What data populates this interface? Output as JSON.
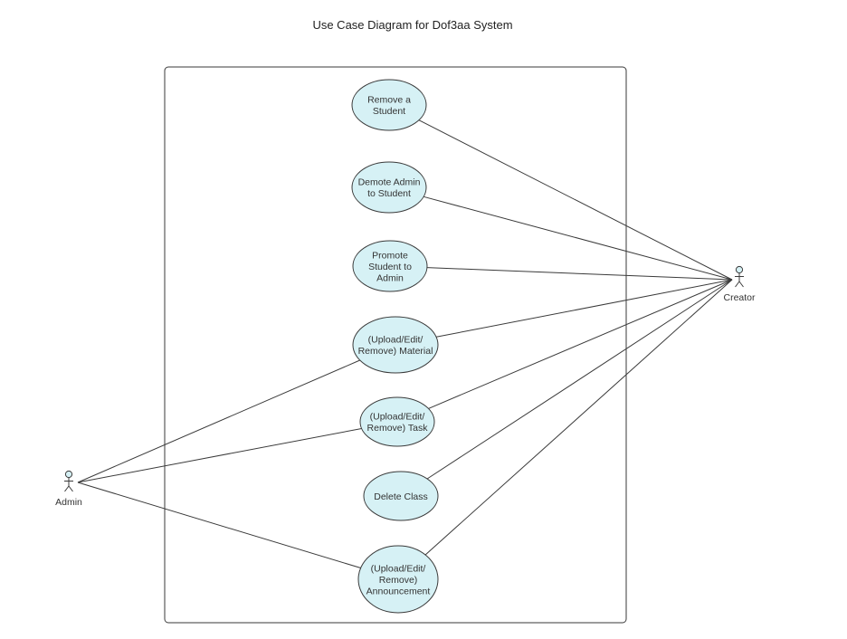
{
  "title": "Use Case Diagram for Dof3aa System",
  "colors": {
    "usecase_fill": "#d6f1f5",
    "stroke": "#3a3a3a",
    "actor_head": "#d6f1f5"
  },
  "actors": [
    {
      "id": "admin",
      "label": "Admin"
    },
    {
      "id": "creator",
      "label": "Creator"
    }
  ],
  "use_cases": [
    {
      "id": "remove-student",
      "lines": [
        "Remove a",
        "Student"
      ],
      "actors": [
        "creator"
      ]
    },
    {
      "id": "demote-admin",
      "lines": [
        "Demote Admin",
        "to Student"
      ],
      "actors": [
        "creator"
      ]
    },
    {
      "id": "promote-student",
      "lines": [
        "Promote",
        "Student to",
        "Admin"
      ],
      "actors": [
        "creator"
      ]
    },
    {
      "id": "material",
      "lines": [
        "(Upload/Edit/",
        "Remove) Material"
      ],
      "actors": [
        "admin",
        "creator"
      ]
    },
    {
      "id": "task",
      "lines": [
        "(Upload/Edit/",
        "Remove) Task"
      ],
      "actors": [
        "admin",
        "creator"
      ]
    },
    {
      "id": "delete-class",
      "lines": [
        "Delete Class"
      ],
      "actors": [
        "creator"
      ]
    },
    {
      "id": "announcement",
      "lines": [
        "(Upload/Edit/",
        "Remove)",
        "Announcement"
      ],
      "actors": [
        "admin",
        "creator"
      ]
    }
  ]
}
